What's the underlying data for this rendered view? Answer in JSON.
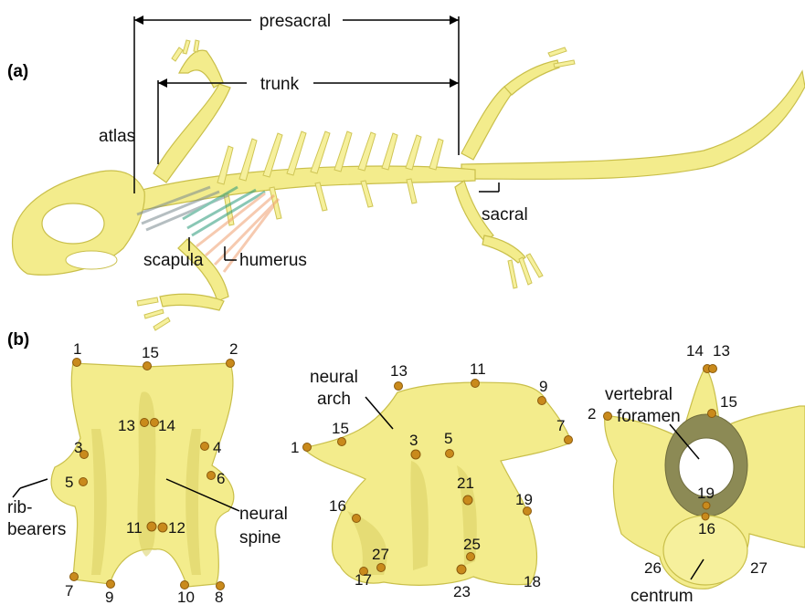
{
  "panel_a": {
    "label": "(a)",
    "labels": {
      "presacral": "presacral",
      "trunk": "trunk",
      "atlas": "atlas",
      "sacral": "sacral",
      "scapula": "scapula",
      "humerus": "humerus"
    }
  },
  "panel_b": {
    "label": "(b)",
    "dorsal_view": {
      "labels": {
        "rib_bearers_1": "rib-",
        "rib_bearers_2": "bearers",
        "neural_spine_1": "neural",
        "neural_spine_2": "spine"
      },
      "landmarks": [
        "1",
        "15",
        "2",
        "13",
        "14",
        "3",
        "4",
        "5",
        "6",
        "11",
        "12",
        "7",
        "9",
        "10",
        "8"
      ]
    },
    "lateral_view": {
      "labels": {
        "neural_arch_1": "neural",
        "neural_arch_2": "arch"
      },
      "landmarks": [
        "13",
        "11",
        "9",
        "15",
        "7",
        "1",
        "3",
        "5",
        "21",
        "19",
        "16",
        "25",
        "27",
        "17",
        "23",
        "18"
      ]
    },
    "anterior_view": {
      "labels": {
        "vertebral_foramen_1": "vertebral",
        "vertebral_foramen_2": "foramen",
        "centrum": "centrum"
      },
      "landmarks": [
        "14",
        "13",
        "2",
        "15",
        "19",
        "16",
        "26",
        "27"
      ]
    }
  },
  "colors": {
    "bone": "#f3ec8c",
    "landmark": "#c98a1c",
    "muscle_green": "#2a9a7a",
    "muscle_orange": "#f0a070",
    "muscle_grey": "#7a8a90"
  }
}
